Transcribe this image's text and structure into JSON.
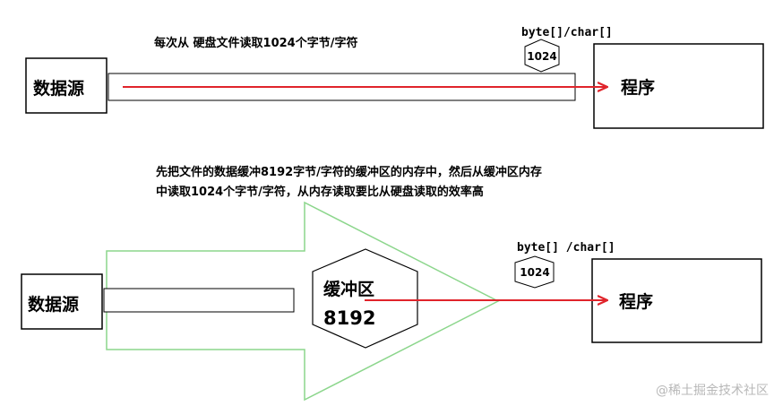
{
  "top": {
    "caption": "每次从 硬盘文件读取1024个字节/字符",
    "source_label": "数据源",
    "target_label": "程序",
    "type_label": "byte[]/char[]",
    "size_label": "1024"
  },
  "bottom": {
    "caption_line1": "先把文件的数据缓冲8192字节/字符的缓冲区的内存中，然后从缓冲区内存",
    "caption_line2": "中读取1024个字节/字符，从内存读取要比从硬盘读取的效率高",
    "source_label": "数据源",
    "buffer_label": "缓冲区",
    "buffer_size": "8192",
    "target_label": "程序",
    "type_label": "byte[] /char[]",
    "size_label": "1024"
  },
  "watermark": "@稀土掘金技术社区",
  "colors": {
    "arrow": "#e0242b",
    "big_arrow_outline": "#8cd68c",
    "box_border": "#000000"
  }
}
